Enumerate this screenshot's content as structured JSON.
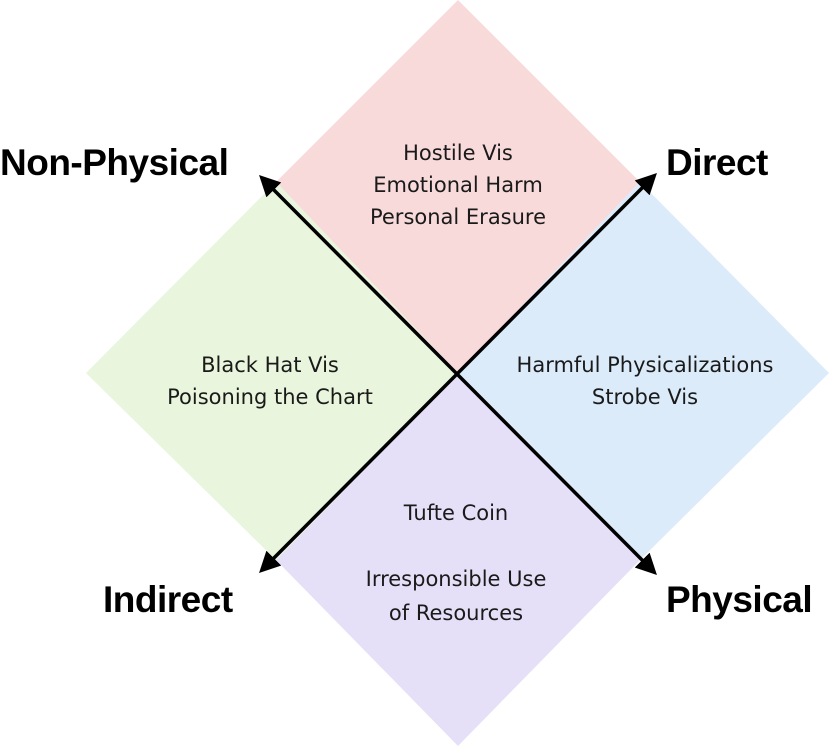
{
  "axes": {
    "non_physical": "Non-Physical",
    "direct": "Direct",
    "indirect": "Indirect",
    "physical": "Physical"
  },
  "quadrants": {
    "top": {
      "color": "#f8dadb",
      "lines": [
        "Hostile Vis",
        "Emotional Harm",
        "Personal Erasure"
      ]
    },
    "right": {
      "color": "#dcebfa",
      "lines": [
        "Harmful Physicalizations",
        "Strobe Vis"
      ]
    },
    "bottom": {
      "color": "#e5e0f7",
      "lines": [
        "Tufte Coin",
        "",
        "Irresponsible Use",
        "of Resources"
      ]
    },
    "left": {
      "color": "#e9f5dc",
      "lines": [
        "Black Hat Vis",
        "Poisoning the Chart"
      ]
    }
  },
  "arrow_color": "#000000"
}
